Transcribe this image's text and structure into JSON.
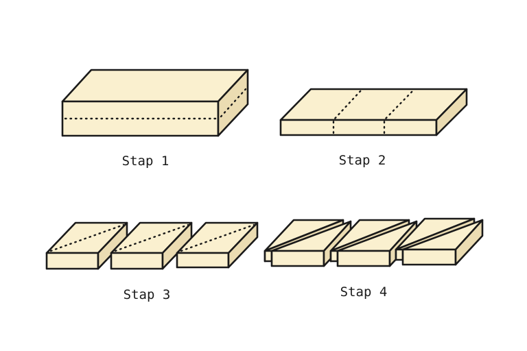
{
  "steps": [
    {
      "label": "Stap 1"
    },
    {
      "label": "Stap 2"
    },
    {
      "label": "Stap 3"
    },
    {
      "label": "Stap 4"
    }
  ],
  "colors": {
    "block_face": "#faf0cf",
    "block_shade": "#ebdcb2",
    "outline": "#1a1a1a",
    "background": "#ffffff"
  }
}
